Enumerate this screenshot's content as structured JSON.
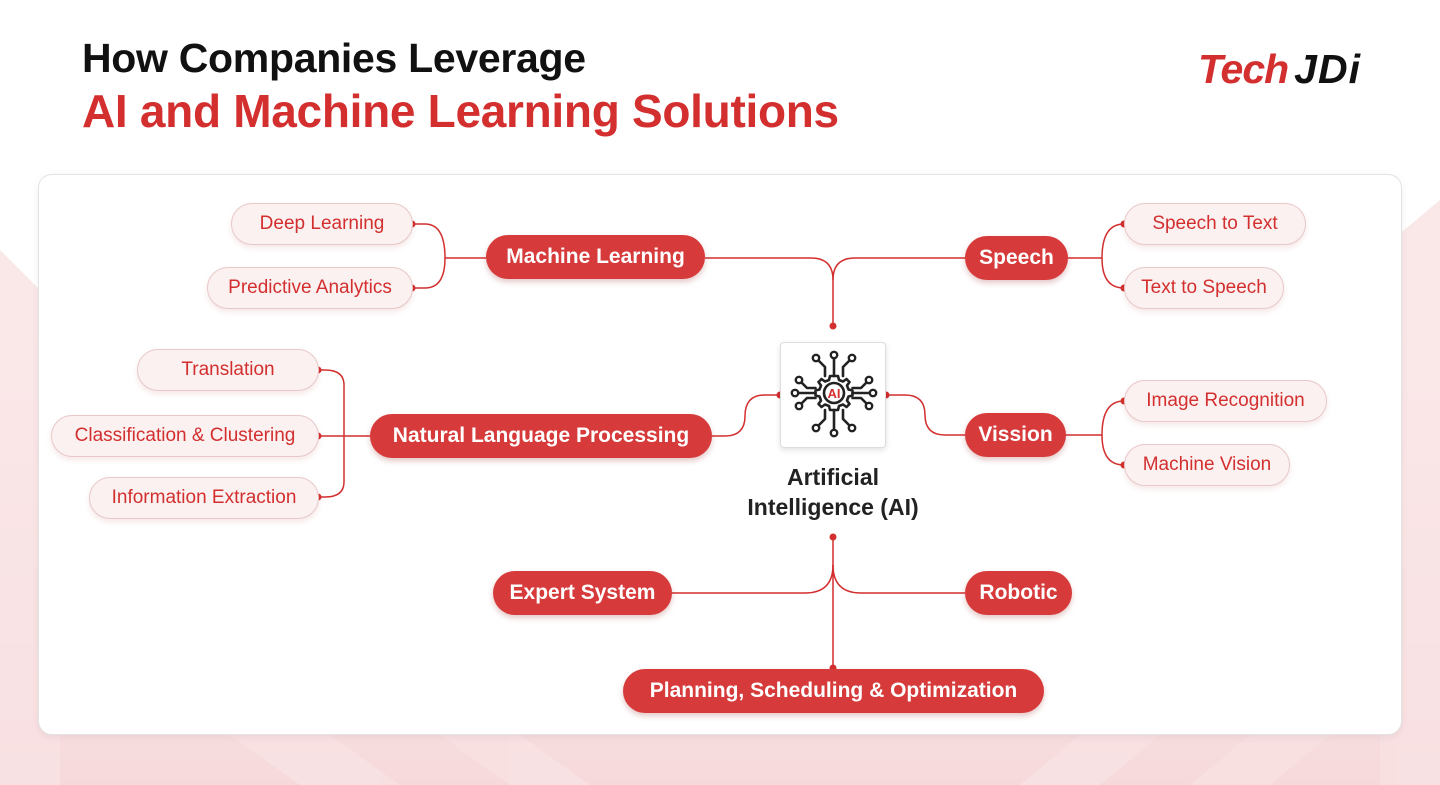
{
  "header": {
    "title_line1": "How Companies Leverage",
    "title_line2": "AI and Machine Learning Solutions"
  },
  "logo": {
    "part1": "Tech",
    "part2": "JDi"
  },
  "center": {
    "icon_text": "AI",
    "label_line1": "Artificial",
    "label_line2": "Intelligence (AI)"
  },
  "categories": {
    "machine_learning": "Machine Learning",
    "speech": "Speech",
    "nlp": "Natural Language Processing",
    "vision": "Vission",
    "expert_system": "Expert System",
    "robotic": "Robotic",
    "planning": "Planning, Scheduling & Optimization"
  },
  "subtopics": {
    "deep_learning": "Deep Learning",
    "predictive_analytics": "Predictive Analytics",
    "speech_to_text": "Speech to Text",
    "text_to_speech": "Text to Speech",
    "translation": "Translation",
    "classification": "Classification & Clustering",
    "information_extraction": "Information Extraction",
    "image_recognition": "Image Recognition",
    "machine_vision": "Machine Vision"
  },
  "colors": {
    "accent": "#d32f2f",
    "node_fill": "#d63a3a",
    "sub_fill": "#fbf1f1",
    "text_dark": "#111111"
  },
  "icons": [
    "ai-chip-icon"
  ]
}
